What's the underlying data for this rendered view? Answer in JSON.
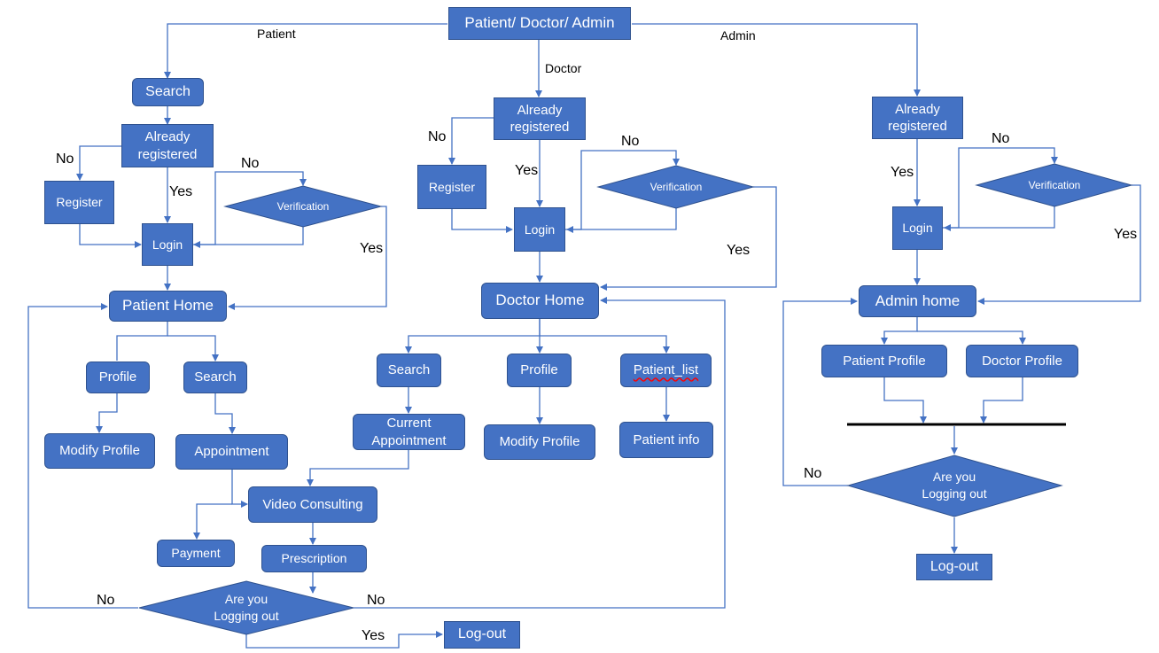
{
  "colors": {
    "node_fill": "#4472c4",
    "node_border": "#2f528f",
    "edge": "#4472c4",
    "bar": "#000000"
  },
  "top": {
    "title": "Patient/ Doctor/ Admin"
  },
  "branch_labels": {
    "patient": "Patient",
    "doctor": "Doctor",
    "admin": "Admin"
  },
  "patient": {
    "search": "Search",
    "already_registered": "Already\nregistered",
    "register": "Register",
    "login": "Login",
    "verification": "Verification",
    "home": "Patient Home",
    "profile": "Profile",
    "search2": "Search",
    "modify_profile": "Modify Profile",
    "appointment": "Appointment",
    "video_consulting": "Video Consulting",
    "payment": "Payment",
    "prescription": "Prescription",
    "logging_out": "Are you\nLogging out",
    "logout": "Log-out"
  },
  "doctor": {
    "already_registered": "Already\nregistered",
    "register": "Register",
    "login": "Login",
    "verification": "Verification",
    "home": "Doctor Home",
    "search": "Search",
    "profile": "Profile",
    "patient_list": "Patient_list",
    "current_appointment": "Current\nAppointment",
    "modify_profile": "Modify Profile",
    "patient_info": "Patient info"
  },
  "admin": {
    "already_registered": "Already\nregistered",
    "login": "Login",
    "verification": "Verification",
    "home": "Admin home",
    "patient_profile": "Patient Profile",
    "doctor_profile": "Doctor Profile",
    "logging_out": "Are you\nLogging out",
    "logout": "Log-out"
  },
  "edge_labels": {
    "yes": "Yes",
    "no": "No"
  }
}
